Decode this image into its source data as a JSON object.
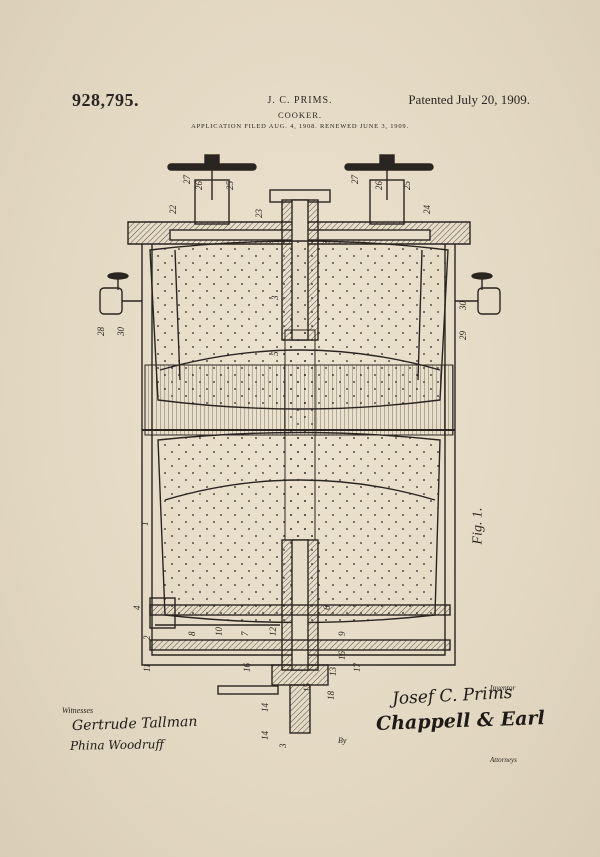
{
  "header": {
    "patent_number": "928,795.",
    "inventor": "J. C. PRIMS.",
    "patent_date": "Patented July 20, 1909.",
    "title": "COOKER.",
    "filing": "APPLICATION FILED AUG. 4, 1908. RENEWED JUNE 3, 1909."
  },
  "figure_label": "Fig. 1.",
  "reference_numerals": [
    "22",
    "27",
    "26",
    "25",
    "23",
    "27",
    "26",
    "25",
    "24",
    "28",
    "30",
    "3",
    "5",
    "29",
    "30",
    "4",
    "8",
    "10",
    "7",
    "12",
    "9",
    "6",
    "13",
    "1",
    "11",
    "16",
    "14",
    "15",
    "18",
    "16",
    "17",
    "2",
    "3",
    "14"
  ],
  "footer": {
    "witnesses_label": "Witnesses",
    "witness_1": "Gertrude Tallman",
    "witness_2": "Phina Woodruff",
    "inventor_label": "Inventor",
    "inventor_signature": "Josef C. Prims",
    "by_label": "By",
    "attorney_signature": "Chappell & Earl",
    "attorneys_label": "Attorneys"
  }
}
